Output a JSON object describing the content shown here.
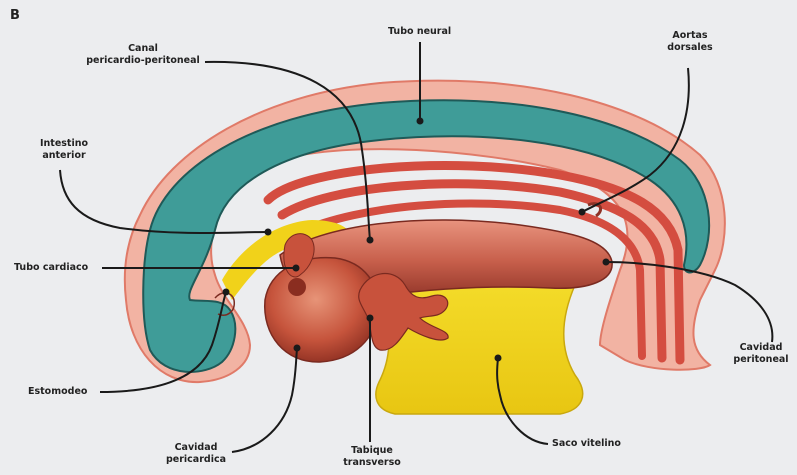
{
  "panel_letter": "B",
  "labels": {
    "tubo_neural": "Tubo neural",
    "canal_1": "Canal",
    "canal_2": "pericardio-peritoneal",
    "aortas_1": "Aortas",
    "aortas_2": "dorsales",
    "intestino_1": "Intestino",
    "intestino_2": "anterior",
    "tubo_cardiaco": "Tubo cardiaco",
    "estomodeo": "Estomodeo",
    "cav_pericard_1": "Cavidad",
    "cav_pericard_2": "pericardica",
    "tabique_1": "Tabique",
    "tabique_2": "transverso",
    "saco_vitelino": "Saco vitelino",
    "cav_periton_1": "Cavidad",
    "cav_periton_2": "peritoneal"
  },
  "colors": {
    "neural_tube": "#3f9c98",
    "outer_tissue": "#f2b3a3",
    "mesoderm": "#d44d40",
    "heart": "#c8523c",
    "yolk_sac": "#f1d21a",
    "leader": "#1a1a1a"
  }
}
